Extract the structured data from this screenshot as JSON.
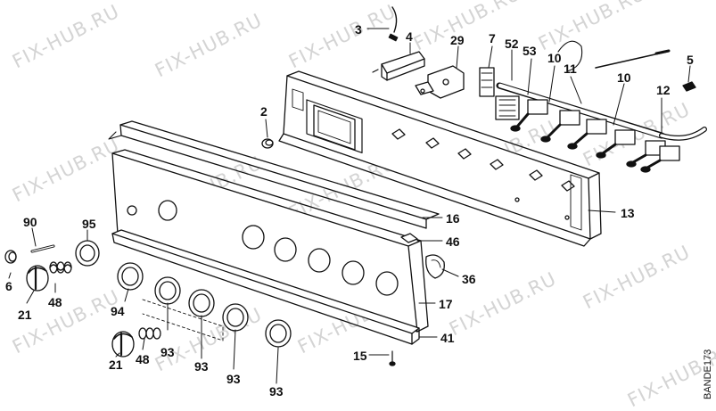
{
  "watermark": "FIX-HUB.RU",
  "drawing_code": "BANDE173",
  "part_labels": [
    "3",
    "4",
    "29",
    "7",
    "52",
    "53",
    "10",
    "11",
    "10",
    "12",
    "5",
    "2",
    "16",
    "13",
    "46",
    "36",
    "17",
    "41",
    "15",
    "90",
    "95",
    "6",
    "48",
    "21",
    "94",
    "93",
    "93",
    "93",
    "48",
    "21",
    "93"
  ]
}
